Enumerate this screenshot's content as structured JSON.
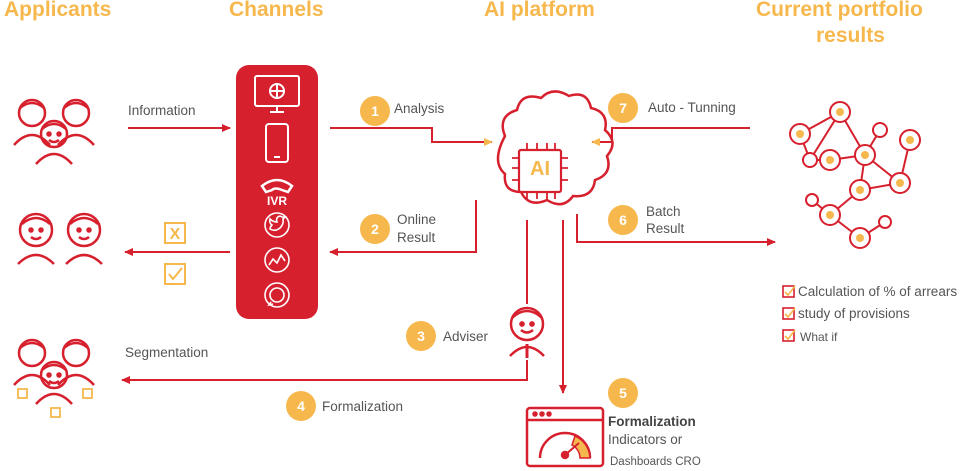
{
  "headers": {
    "applicants": "Applicants",
    "channels": "Channels",
    "ai_platform": "AI platform",
    "portfolio_line1": "Current portfolio",
    "portfolio_line2": "results"
  },
  "labels": {
    "information": "Information",
    "segmentation": "Segmentation",
    "analysis": "Analysis",
    "online_line1": "Online",
    "online_line2": "Result",
    "adviser": "Adviser",
    "formalization": "Formalization",
    "auto_tunning": "Auto - Tunning",
    "batch_line1": "Batch",
    "batch_line2": "Result",
    "ivr": "IVR",
    "ai": "AI",
    "dash_title": "Formalization",
    "dash_line2": "Indicators or",
    "dash_line3": "Dashboards CRO"
  },
  "steps": {
    "s1": "1",
    "s2": "2",
    "s3": "3",
    "s4": "4",
    "s5": "5",
    "s6": "6",
    "s7": "7"
  },
  "results": [
    "Calculation of % of arrears",
    "study of provisions",
    "What if"
  ],
  "reject_mark": "X",
  "colors": {
    "red": "#d7202e",
    "orange": "#f6b84d",
    "text": "#555555"
  }
}
